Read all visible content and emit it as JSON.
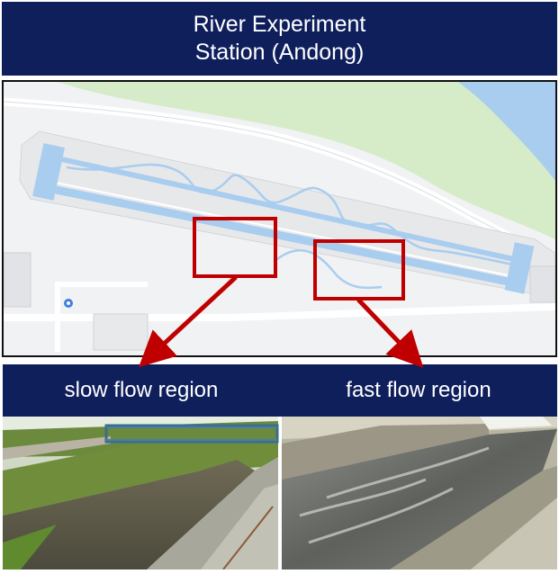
{
  "header": {
    "title_line1": "River Experiment",
    "title_line2": "Station (Andong)"
  },
  "regions": {
    "slow_label": "slow flow region",
    "fast_label": "fast flow region"
  },
  "colors": {
    "banner_bg": "#0f1f5c",
    "banner_text": "#ffffff",
    "highlight": "#c00000",
    "map_land": "#f1f2f4",
    "map_green": "#d6ecc8",
    "map_water": "#a9cdef"
  },
  "map_icons": [
    "parking-marker-icon"
  ]
}
